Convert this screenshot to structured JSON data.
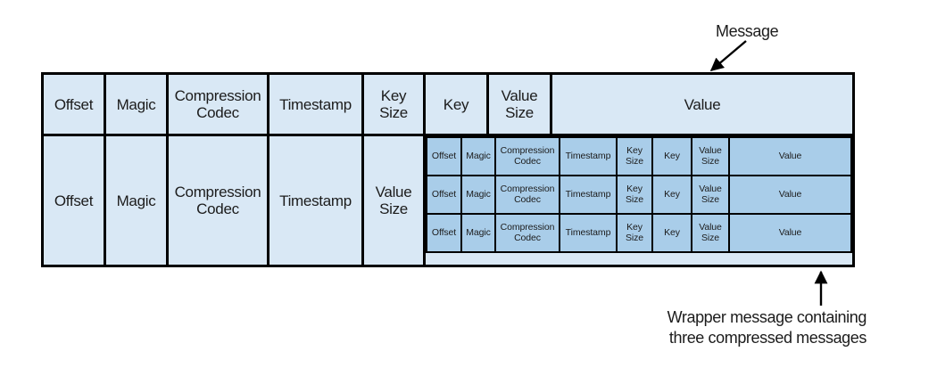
{
  "table": {
    "header_row": {
      "cells": [
        "Offset",
        "Magic",
        "Compression Codec",
        "Timestamp",
        "Key Size",
        "Key",
        "Value Size",
        "Value"
      ]
    },
    "wrapper_row": {
      "cells": [
        "Offset",
        "Magic",
        "Compression Codec",
        "Timestamp",
        "Value Size"
      ],
      "inner_messages": [
        {
          "cells": [
            "Offset",
            "Magic",
            "Compression Codec",
            "Timestamp",
            "Key Size",
            "Key",
            "Value Size",
            "Value"
          ]
        },
        {
          "cells": [
            "Offset",
            "Magic",
            "Compression Codec",
            "Timestamp",
            "Key Size",
            "Key",
            "Value Size",
            "Value"
          ]
        },
        {
          "cells": [
            "Offset",
            "Magic",
            "Compression Codec",
            "Timestamp",
            "Key Size",
            "Key",
            "Value Size",
            "Value"
          ]
        }
      ]
    }
  },
  "annotations": {
    "message_label": "Message",
    "wrapper_label_line1": "Wrapper message containing",
    "wrapper_label_line2": "three compressed messages"
  },
  "colors": {
    "cell_light": "#d9e8f5",
    "cell_dark": "#a9cde9",
    "border": "#000000",
    "text": "#1c1c1c",
    "background": "#ffffff",
    "arrow": "#000000"
  }
}
